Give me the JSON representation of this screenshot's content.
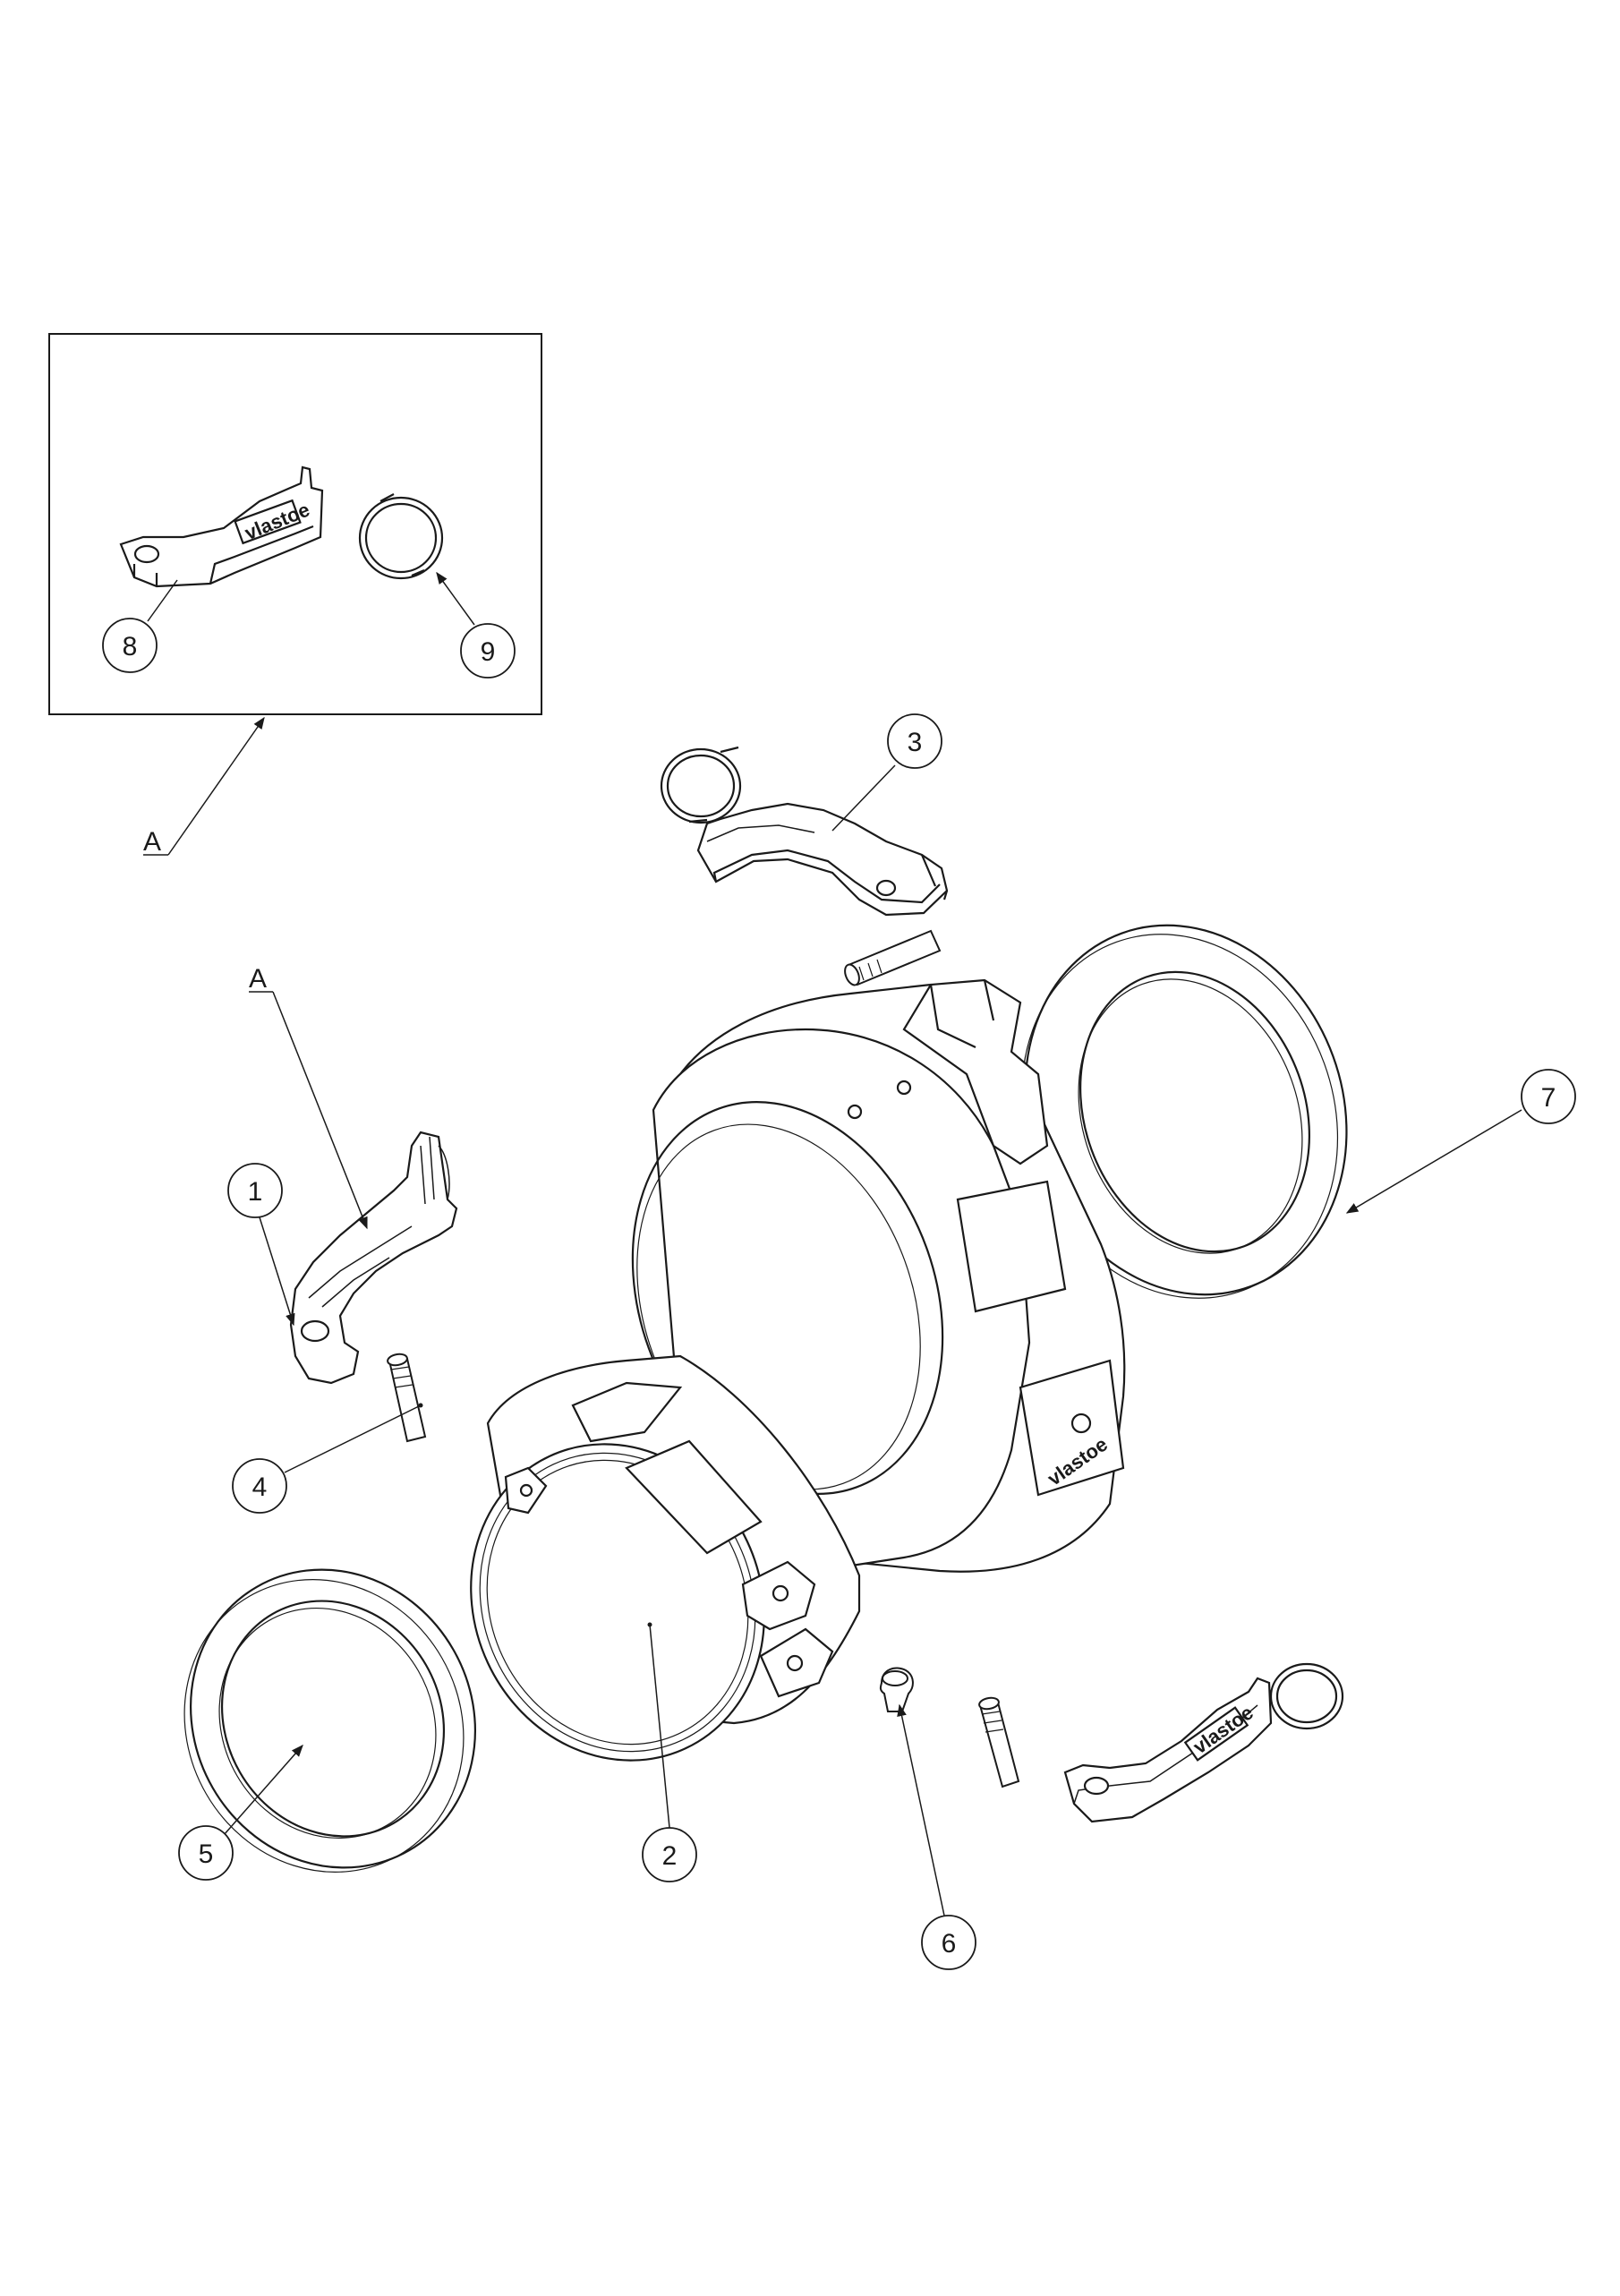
{
  "callouts": [
    "1",
    "2",
    "3",
    "4",
    "5",
    "6",
    "7",
    "8",
    "9"
  ],
  "detail_label": "A",
  "reference_label": "A",
  "brand_text": "vlastoe",
  "colors": {
    "line": "#1a1a1a",
    "paper": "#ffffff",
    "shade": "#d9d9d9"
  }
}
